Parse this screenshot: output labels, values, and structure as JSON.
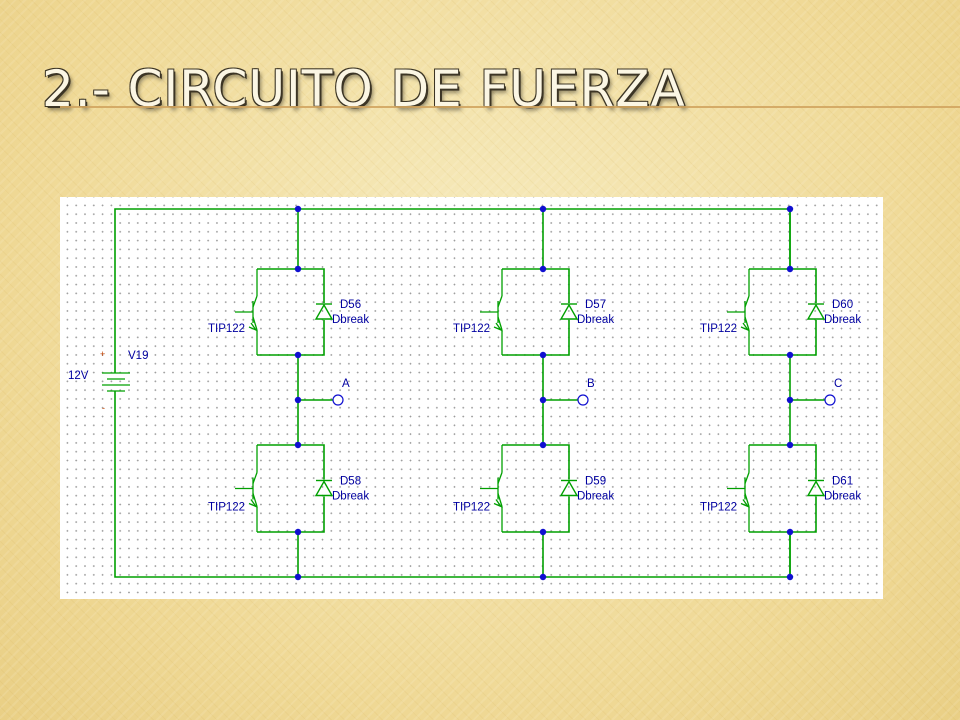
{
  "slide": {
    "title": "2.-  CIRCUITO DE FUERZA"
  },
  "circuit": {
    "source": {
      "name": "V19",
      "voltage": "12V",
      "plus": "+",
      "minus": "-"
    },
    "legs": [
      {
        "output": "A",
        "upper": {
          "transistor": "TIP122",
          "diode": "D56",
          "diode_model": "Dbreak"
        },
        "lower": {
          "transistor": "TIP122",
          "diode": "D58",
          "diode_model": "Dbreak"
        }
      },
      {
        "output": "B",
        "upper": {
          "transistor": "TIP122",
          "diode": "D57",
          "diode_model": "Dbreak"
        },
        "lower": {
          "transistor": "TIP122",
          "diode": "D59",
          "diode_model": "Dbreak"
        }
      },
      {
        "output": "C",
        "upper": {
          "transistor": "TIP122",
          "diode": "D60",
          "diode_model": "Dbreak"
        },
        "lower": {
          "transistor": "TIP122",
          "diode": "D61",
          "diode_model": "Dbreak"
        }
      }
    ]
  },
  "colors": {
    "wire": "#00a000",
    "junction": "#1010d0",
    "label": "#0000a0"
  }
}
